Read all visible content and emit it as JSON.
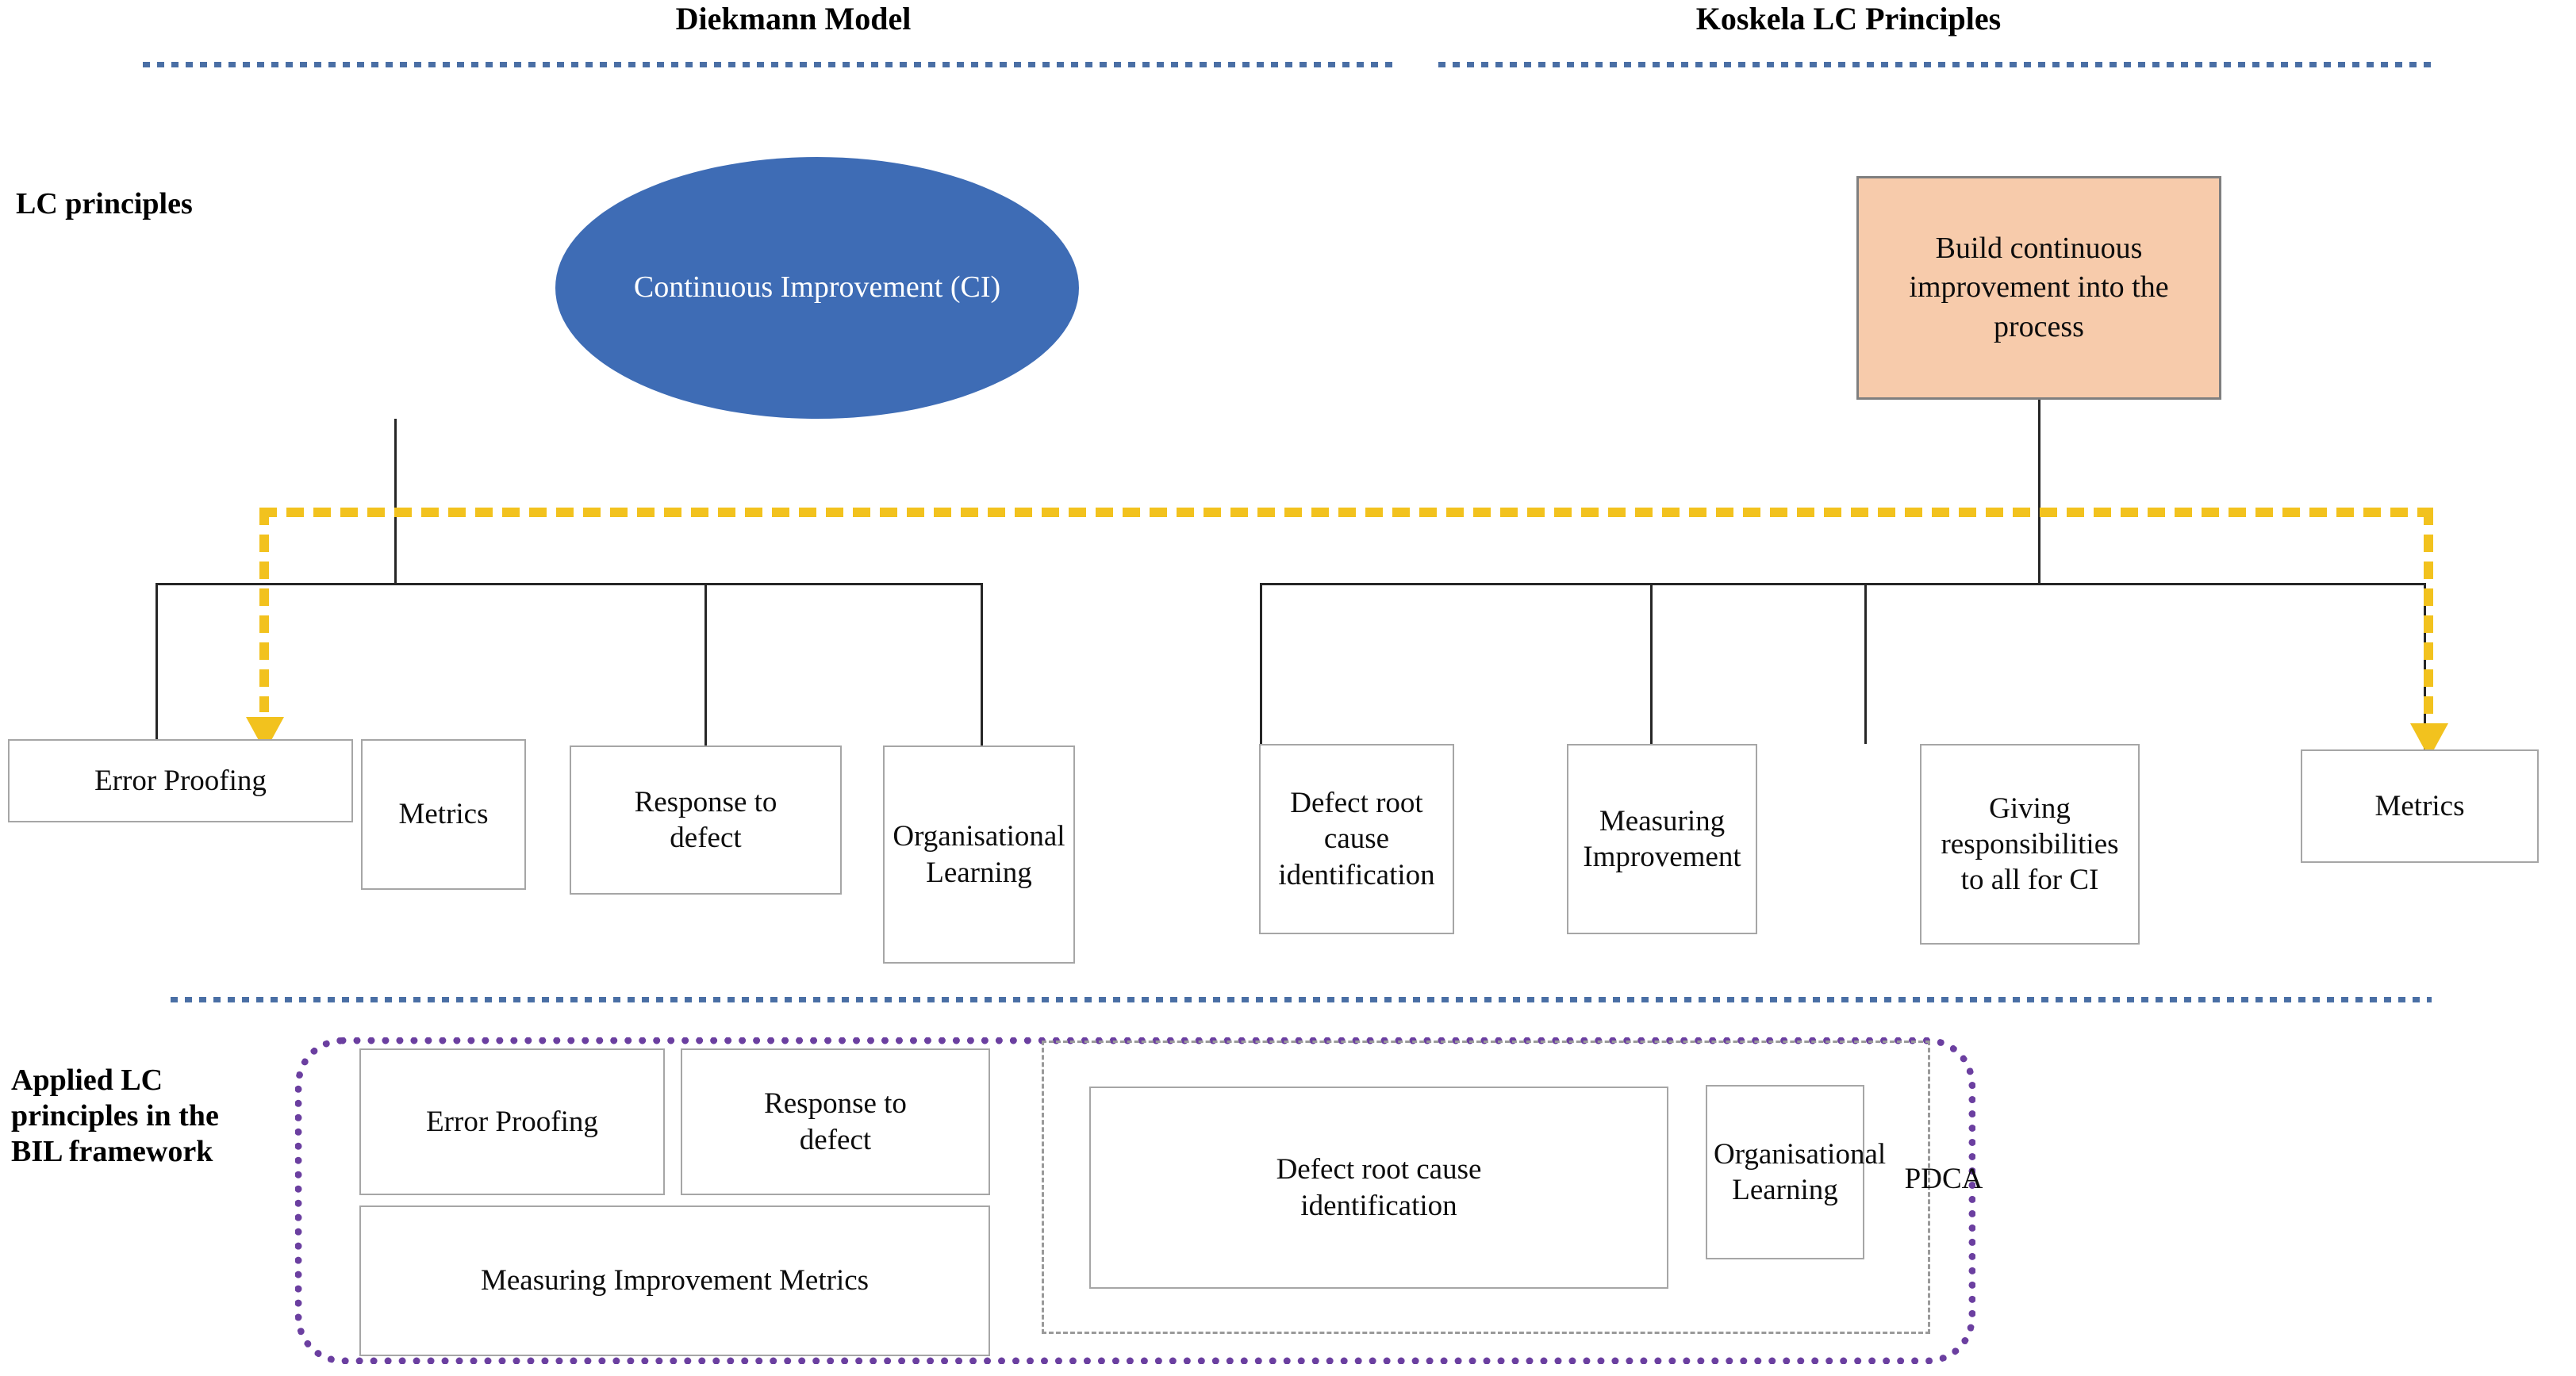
{
  "columns": {
    "left_title": "Diekmann Model",
    "right_title": "Koskela LC Principles"
  },
  "row_labels": {
    "lc_principles": "LC principles",
    "applied": "Applied LC principles in the BIL framework"
  },
  "diekmann": {
    "root": "Continuous Improvement (CI)",
    "children": [
      "Error Proofing",
      "Metrics",
      "Response to defect",
      "Organisational Learning"
    ]
  },
  "koskela": {
    "root": "Build continuous improvement into the process",
    "children": [
      "Defect root cause identification",
      "Measuring Improvement",
      "Giving responsibilities to all for CI",
      "Metrics"
    ]
  },
  "applied": {
    "left_group": [
      "Error Proofing",
      "Response to defect",
      "Measuring Improvement Metrics"
    ],
    "right_group": [
      "Defect root cause identification",
      "Organisational Learning",
      "PDCA"
    ]
  },
  "colors": {
    "ellipse_fill": "#3e6cb5",
    "orange_fill": "#f7cbab",
    "blue_divider": "#4a6fa5",
    "yellow_link": "#f2c21e",
    "purple_group": "#6b3fa0",
    "gray_group": "#9a9a9a",
    "box_border": "#a6a6a6"
  }
}
